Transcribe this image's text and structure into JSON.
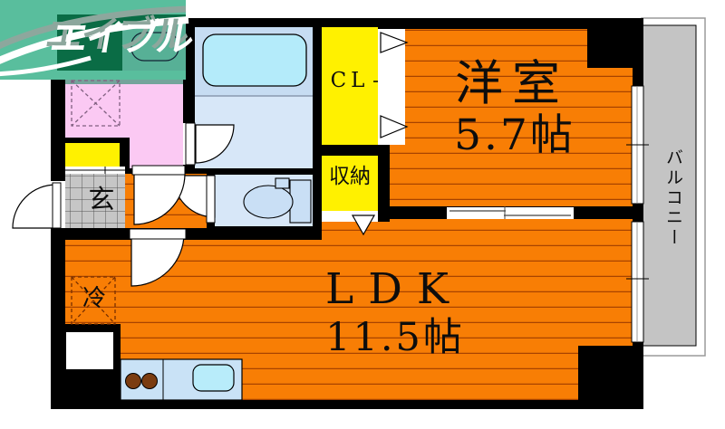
{
  "logo": {
    "text": "エイブル"
  },
  "rooms": {
    "western": {
      "name": "洋室",
      "size": "5.7帖"
    },
    "ldk": {
      "name": "LDK",
      "size": "11.5帖"
    },
    "closet": {
      "label": "CL"
    },
    "storage": {
      "label": "収納"
    },
    "entrance": {
      "label": "玄"
    },
    "fridge": {
      "label": "冷"
    },
    "balcony": {
      "label": "バルコニー"
    }
  },
  "colors": {
    "flooring_orange": "#F87E05",
    "stripe": "#A84300",
    "wall_black": "#000000",
    "closet_yellow": "#FFF100",
    "washroom_pink": "#FBC9F3",
    "bath_blue": "#D7E7F8",
    "tub_cyan": "#B4EBFA",
    "gray": "#C6C6C6",
    "logo_green": "#59BE9D",
    "logo_dark_green": "#0A6C45",
    "burner_brown": "#7B3C10"
  }
}
